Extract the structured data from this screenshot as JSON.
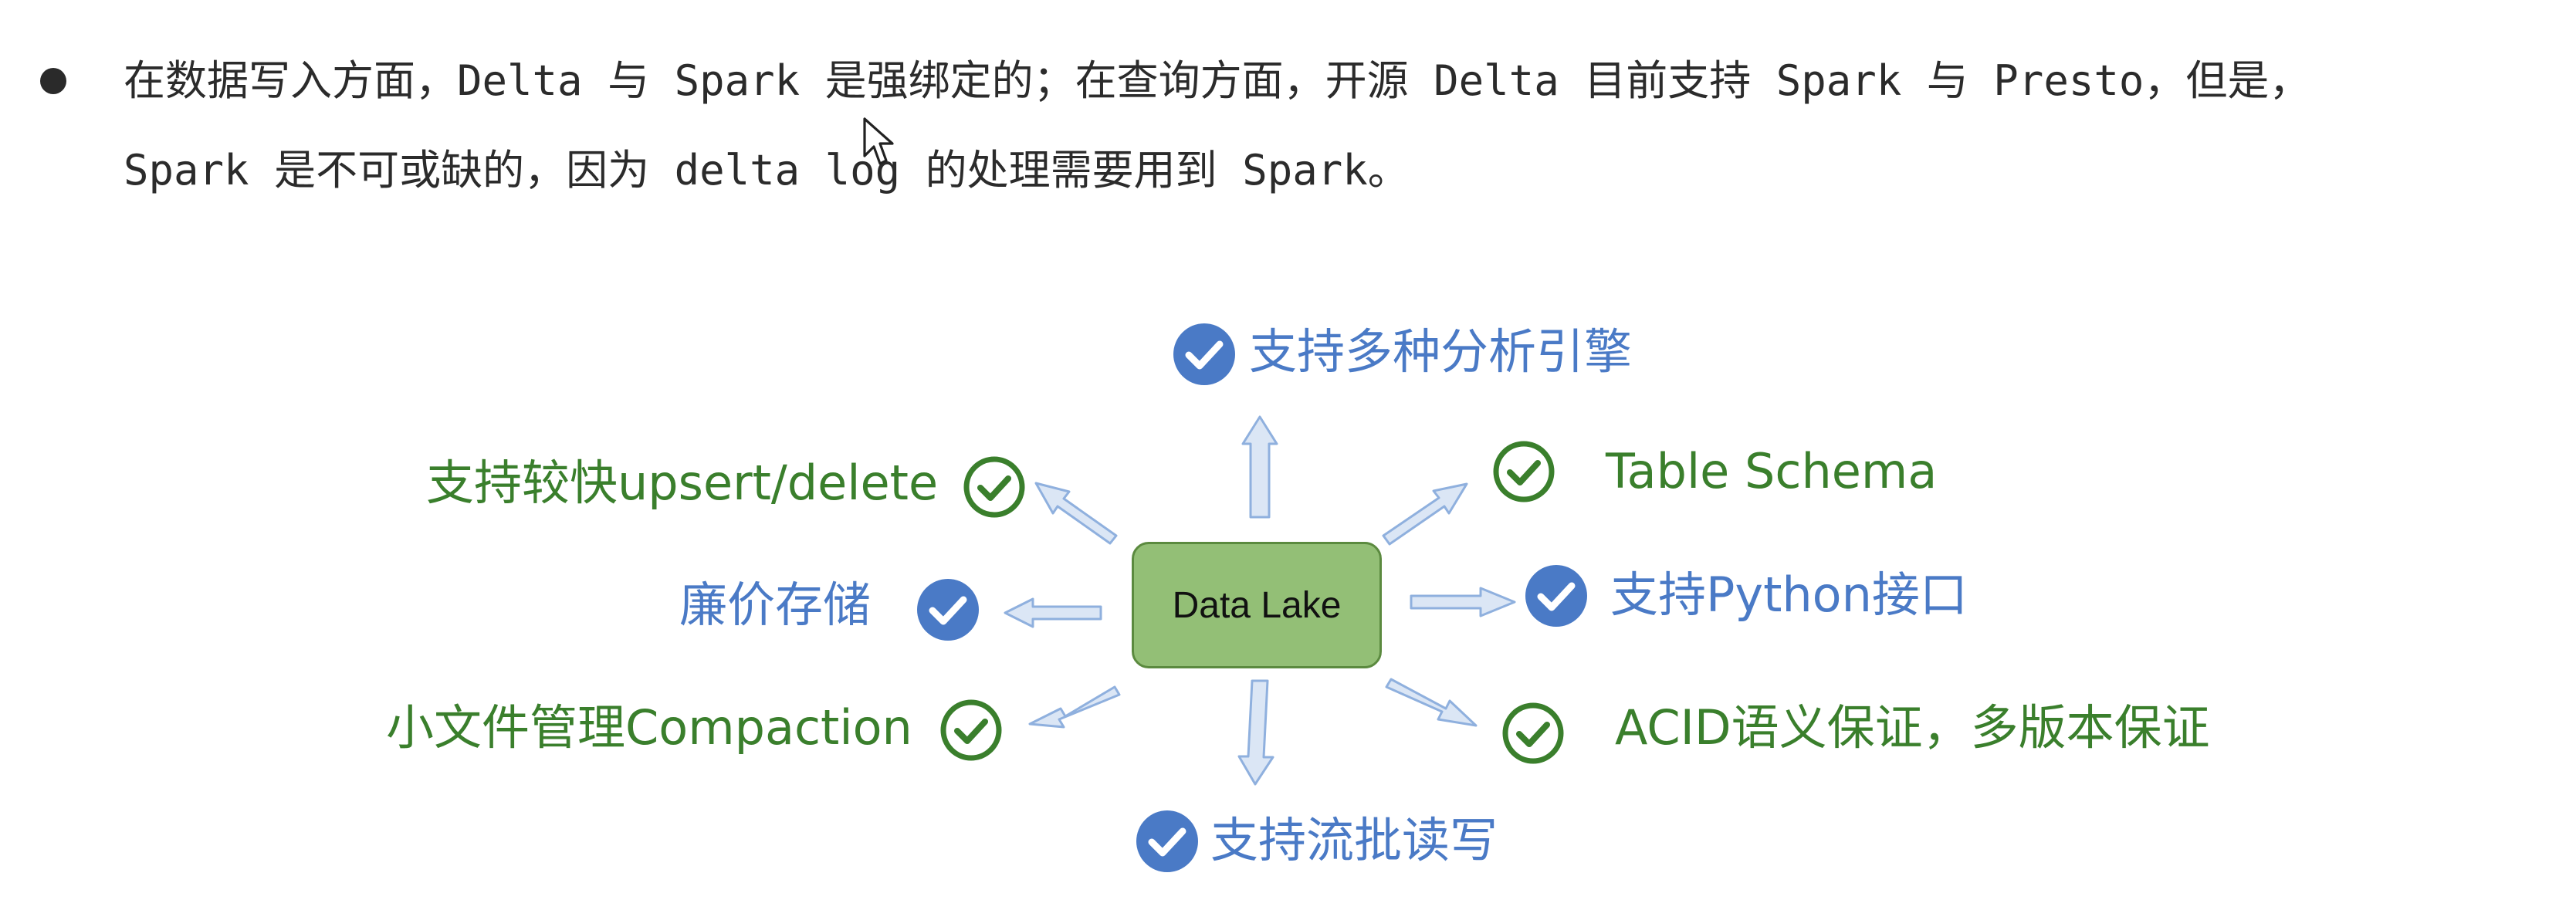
{
  "bullet": {
    "line1": "在数据写入方面，Delta 与 Spark 是强绑定的；在查询方面，开源 Delta 目前支持 Spark 与 Presto，但是，",
    "line2": "Spark 是不可或缺的，因为 delta log 的处理需要用到 Spark。"
  },
  "diagram": {
    "center": "Data Lake",
    "features": {
      "top": "支持多种分析引擎",
      "upper_left": "支持较快upsert/delete",
      "upper_right": "Table Schema",
      "left": "廉价存储",
      "right": "支持Python接口",
      "lower_left": "小文件管理Compaction",
      "lower_right": "ACID语义保证，多版本保证",
      "bottom": "支持流批读写"
    },
    "icons": {
      "top": "check-circle-filled-icon",
      "upper_left": "check-circle-outline-icon",
      "upper_right": "check-circle-outline-icon",
      "left": "check-circle-filled-icon",
      "right": "check-circle-filled-icon",
      "lower_left": "check-circle-outline-icon",
      "lower_right": "check-circle-outline-icon",
      "bottom": "check-circle-filled-icon"
    },
    "colors": {
      "blue_text": "#4a7ac6",
      "green_text": "#3a7f2c",
      "center_fill": "#93bf76",
      "arrow_fill": "#dbe6f5",
      "arrow_stroke": "#8fb0de"
    }
  }
}
